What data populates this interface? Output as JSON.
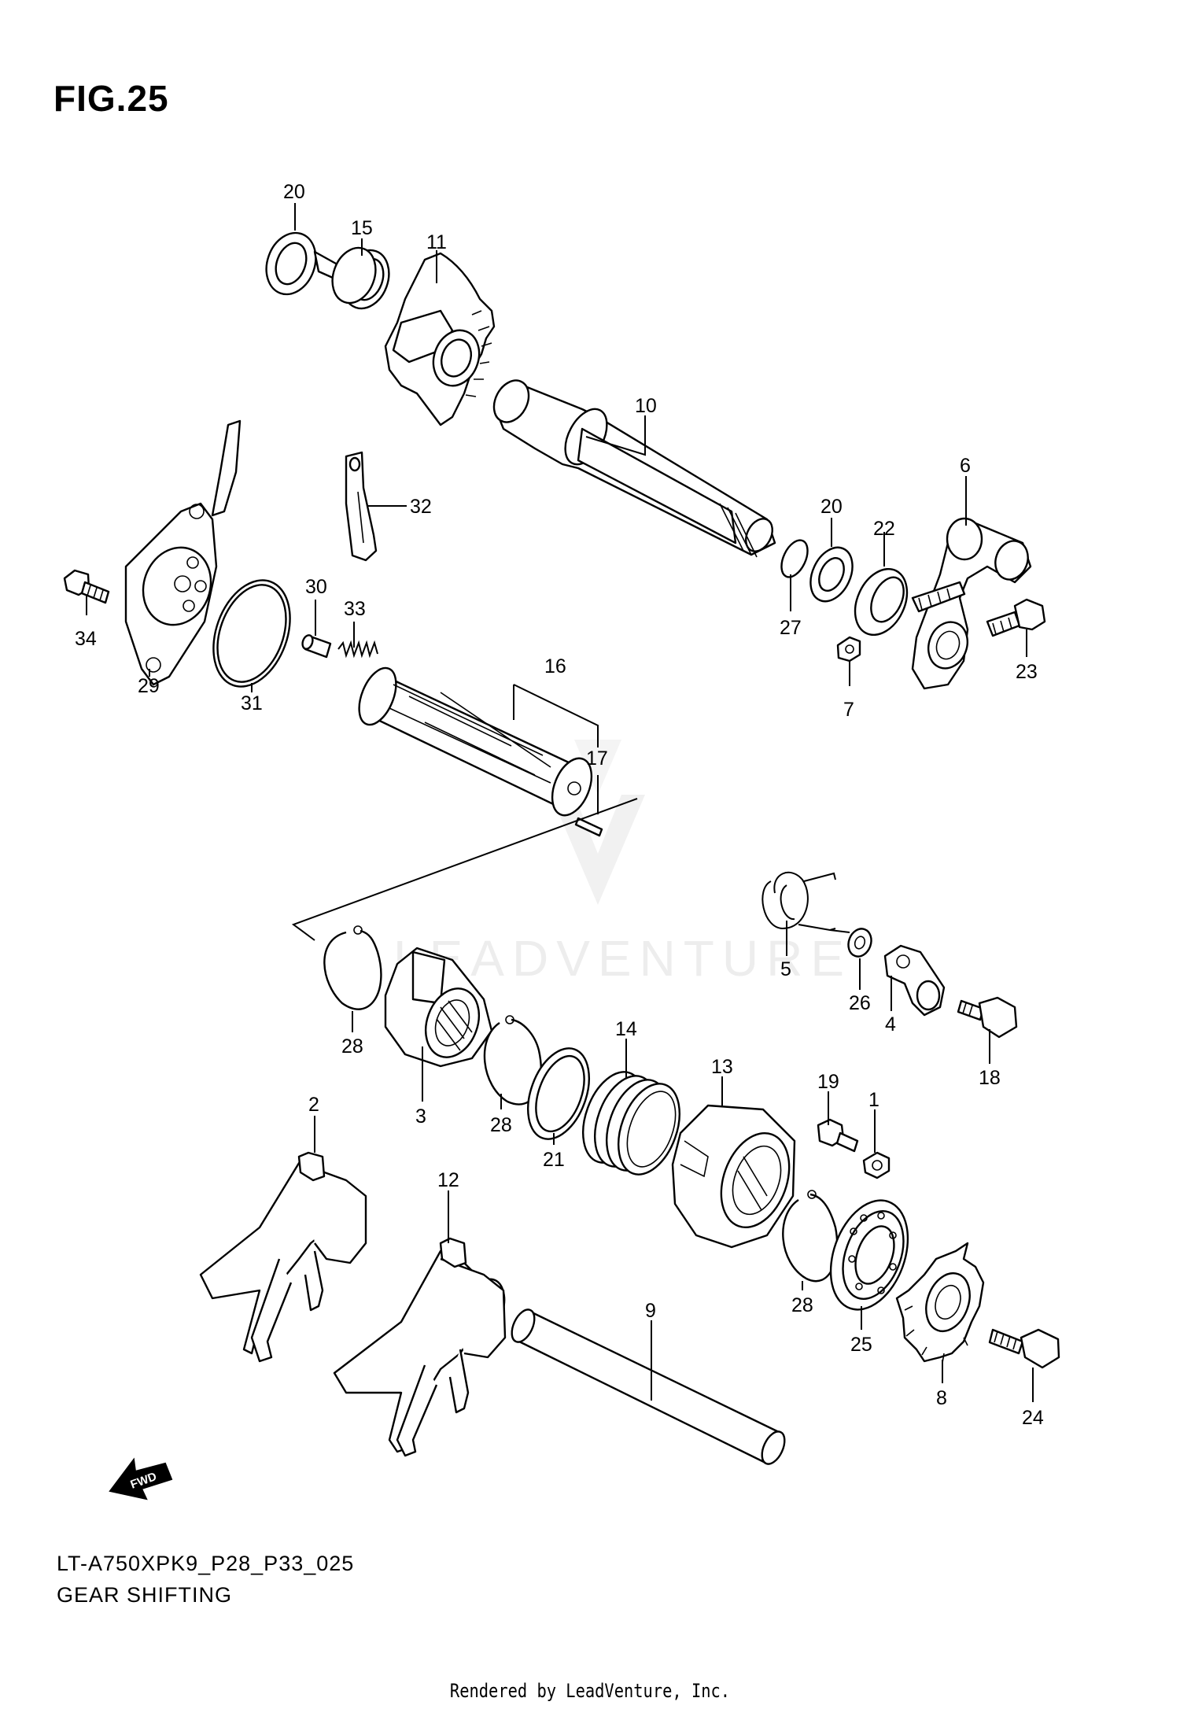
{
  "figure": {
    "title": "FIG.25",
    "model_code": "LT-A750XPK9_P28_P33_025",
    "section_name": "GEAR SHIFTING",
    "credit": "Rendered by LeadVenture, Inc.",
    "watermark": "LEADVENTURE",
    "fwd_label": "FWD"
  },
  "callouts": [
    {
      "id": "c20a",
      "label": "20"
    },
    {
      "id": "c15",
      "label": "15"
    },
    {
      "id": "c11",
      "label": "11"
    },
    {
      "id": "c10",
      "label": "10"
    },
    {
      "id": "c32",
      "label": "32"
    },
    {
      "id": "c6",
      "label": "6"
    },
    {
      "id": "c20b",
      "label": "20"
    },
    {
      "id": "c22",
      "label": "22"
    },
    {
      "id": "c27",
      "label": "27"
    },
    {
      "id": "c23",
      "label": "23"
    },
    {
      "id": "c7",
      "label": "7"
    },
    {
      "id": "c34",
      "label": "34"
    },
    {
      "id": "c29",
      "label": "29"
    },
    {
      "id": "c31",
      "label": "31"
    },
    {
      "id": "c30",
      "label": "30"
    },
    {
      "id": "c33",
      "label": "33"
    },
    {
      "id": "c16",
      "label": "16"
    },
    {
      "id": "c17",
      "label": "17"
    },
    {
      "id": "c5",
      "label": "5"
    },
    {
      "id": "c26",
      "label": "26"
    },
    {
      "id": "c4",
      "label": "4"
    },
    {
      "id": "c18",
      "label": "18"
    },
    {
      "id": "c28a",
      "label": "28"
    },
    {
      "id": "c3",
      "label": "3"
    },
    {
      "id": "c28b",
      "label": "28"
    },
    {
      "id": "c21",
      "label": "21"
    },
    {
      "id": "c14",
      "label": "14"
    },
    {
      "id": "c13",
      "label": "13"
    },
    {
      "id": "c19",
      "label": "19"
    },
    {
      "id": "c1",
      "label": "1"
    },
    {
      "id": "c2",
      "label": "2"
    },
    {
      "id": "c12",
      "label": "12"
    },
    {
      "id": "c9",
      "label": "9"
    },
    {
      "id": "c28c",
      "label": "28"
    },
    {
      "id": "c25",
      "label": "25"
    },
    {
      "id": "c8",
      "label": "8"
    },
    {
      "id": "c24",
      "label": "24"
    }
  ]
}
